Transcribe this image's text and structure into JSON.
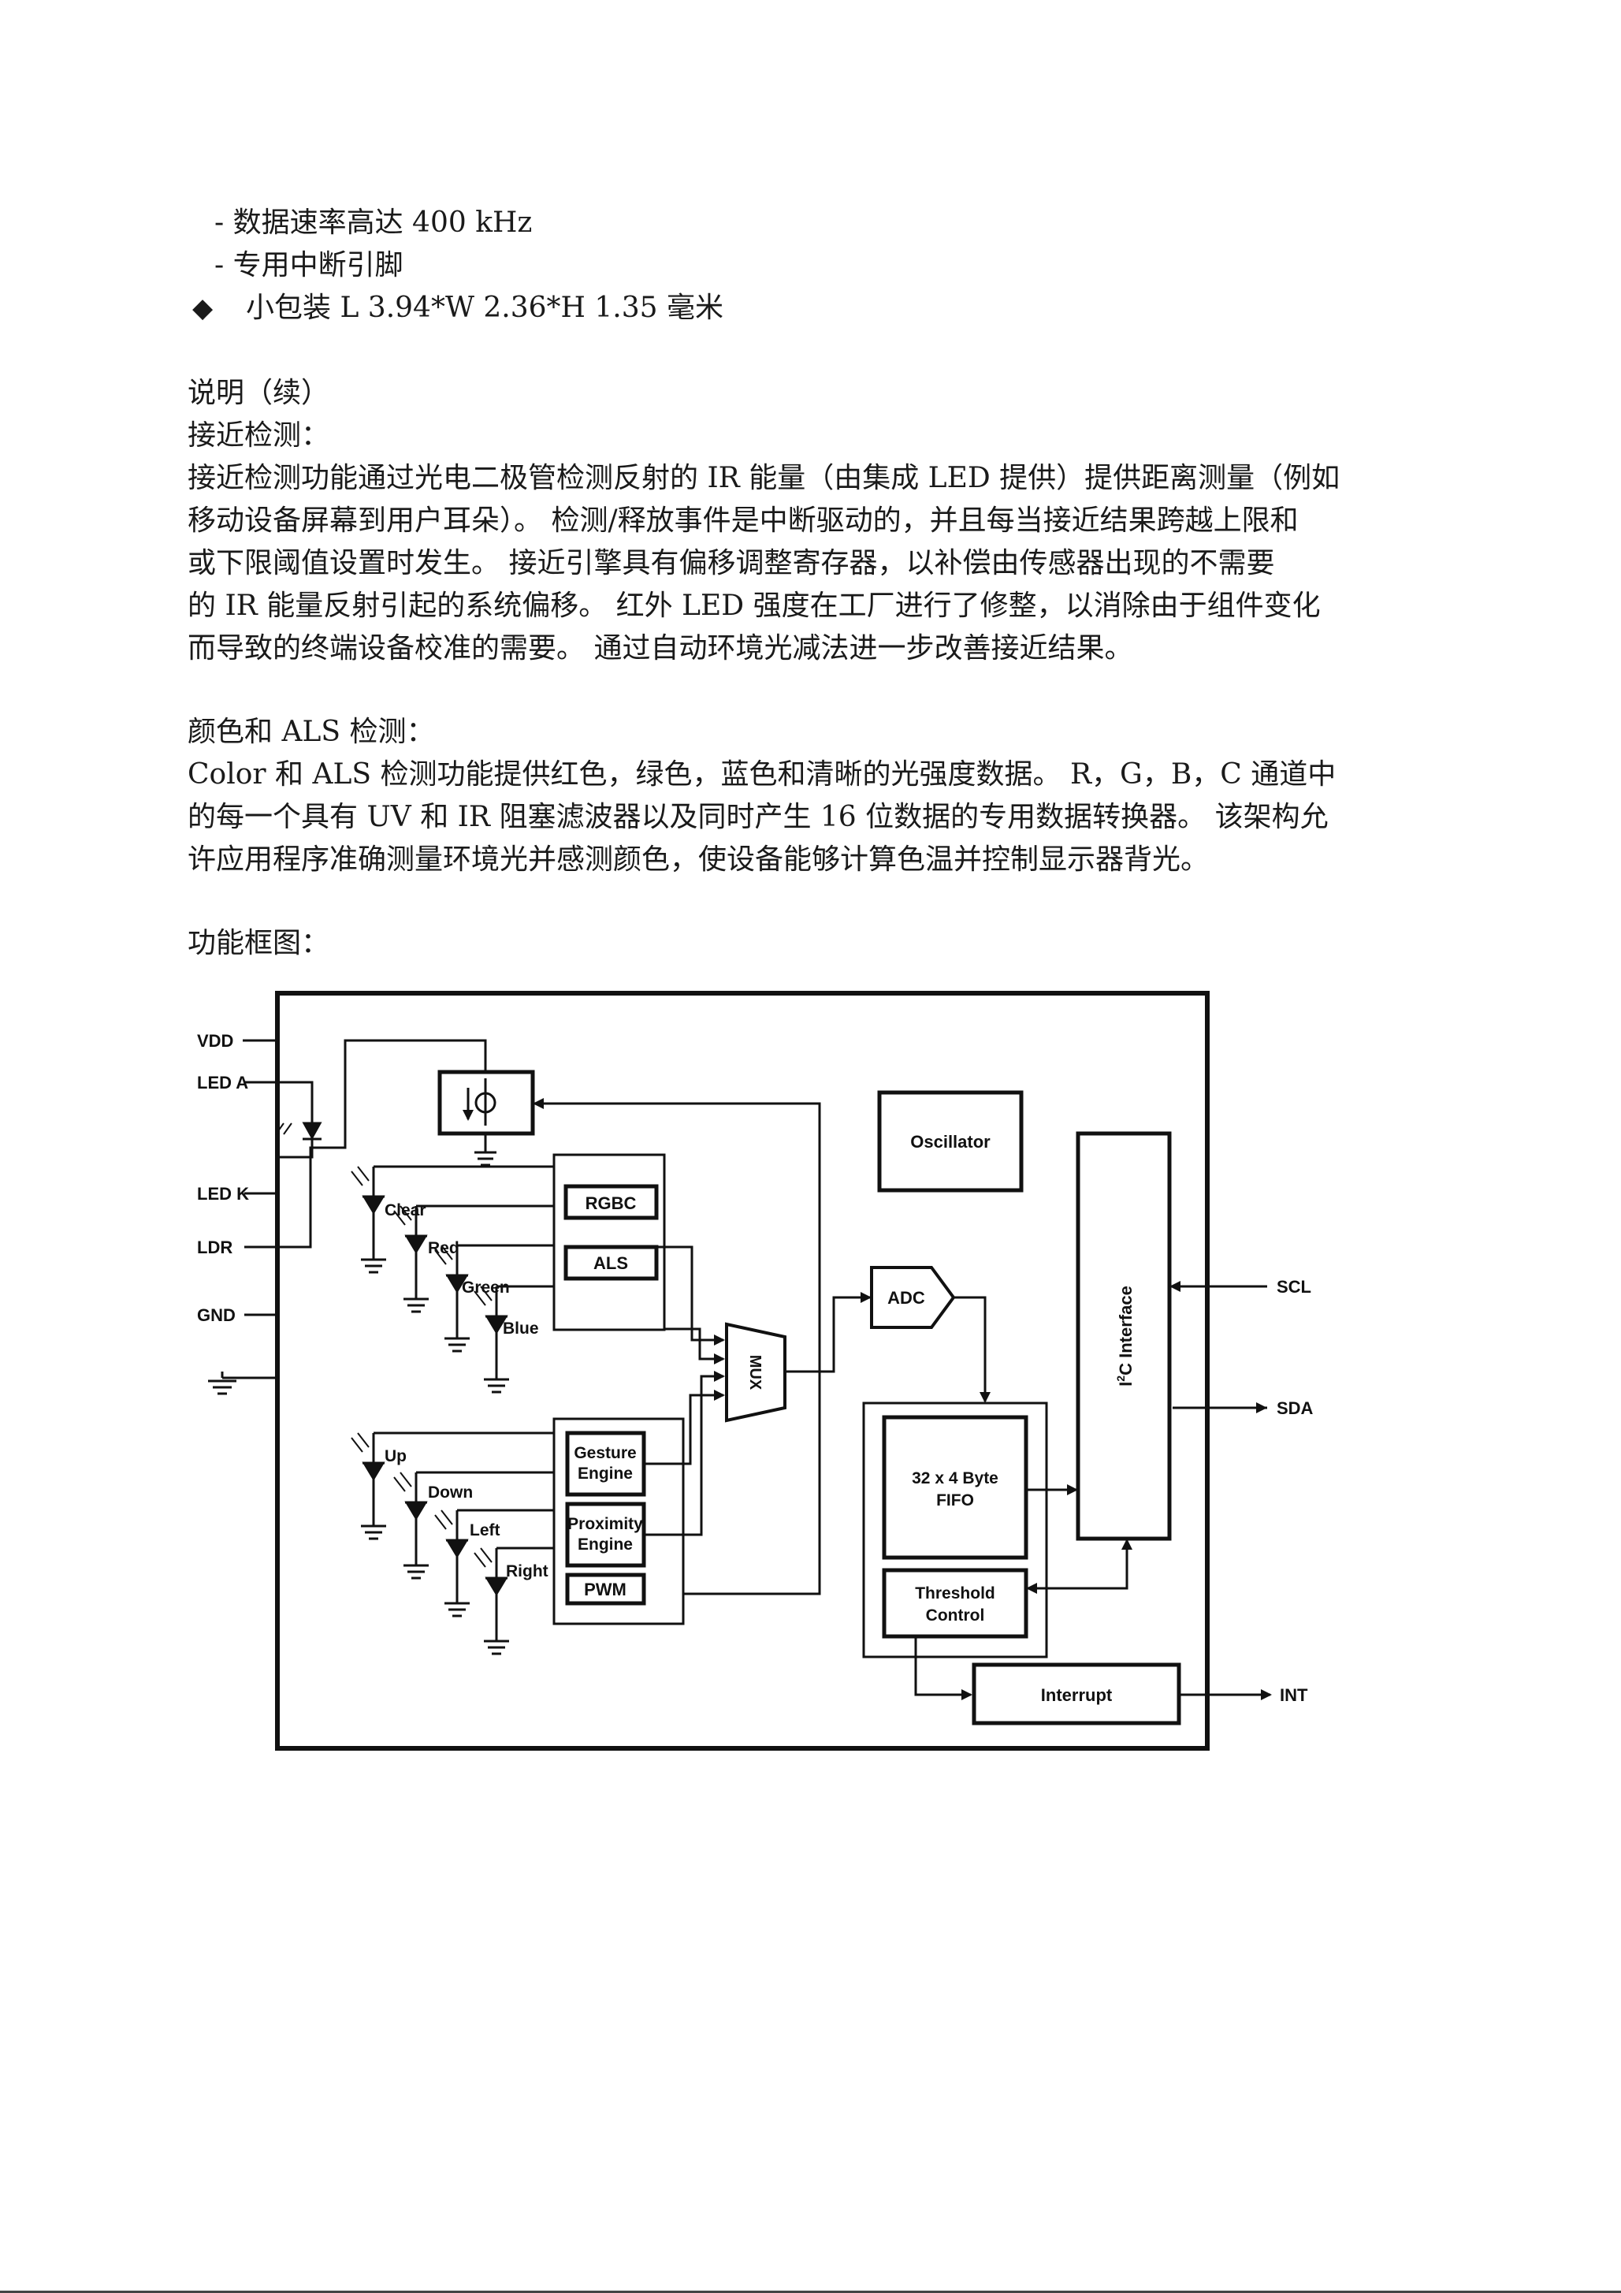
{
  "features": {
    "item1": "- 数据速率高达 400 kHz",
    "item2": "- 专用中断引脚",
    "bullet_symbol": "◆",
    "item3": "小包装 L 3.94*W 2.36*H 1.35 毫米"
  },
  "description": {
    "heading": "说明（续）",
    "proximity_heading": "接近检测：",
    "proximity_lines": [
      "接近检测功能通过光电二极管检测反射的 IR 能量（由集成 LED 提供）提供距离测量（例如",
      "移动设备屏幕到用户耳朵）。 检测/释放事件是中断驱动的，并且每当接近结果跨越上限和",
      "或下限阈值设置时发生。 接近引擎具有偏移调整寄存器，以补偿由传感器出现的不需要",
      "的 IR 能量反射引起的系统偏移。 红外 LED 强度在工厂进行了修整，以消除由于组件变化",
      "而导致的终端设备校准的需要。 通过自动环境光减法进一步改善接近结果。"
    ],
    "color_heading": "颜色和 ALS 检测：",
    "color_lines": [
      "Color 和 ALS 检测功能提供红色，绿色，蓝色和清晰的光强度数据。 R，G，B，C 通道中",
      "的每一个具有 UV 和 IR 阻塞滤波器以及同时产生 16 位数据的专用数据转换器。 该架构允",
      "许应用程序准确测量环境光并感测颜色，使设备能够计算色温并控制显示器背光。"
    ],
    "block_diagram_heading": "功能框图："
  },
  "diagram": {
    "pins_left": {
      "vdd": "VDD",
      "led_a": "LED A",
      "led_k": "LED K",
      "ldr": "LDR",
      "gnd": "GND"
    },
    "pins_right": {
      "scl": "SCL",
      "sda": "SDA",
      "int": "INT"
    },
    "photodiodes_color": {
      "clear": "Clear",
      "red": "Red",
      "green": "Green",
      "blue": "Blue"
    },
    "photodiodes_gesture": {
      "up": "Up",
      "down": "Down",
      "left": "Left",
      "right": "Right"
    },
    "blocks": {
      "rgbc": "RGBC",
      "als": "ALS",
      "gesture_1": "Gesture",
      "gesture_2": "Engine",
      "proximity_1": "Proximity",
      "proximity_2": "Engine",
      "pwm": "PWM",
      "mux": "MUX",
      "adc": "ADC",
      "oscillator": "Oscillator",
      "fifo_1": "32 x 4 Byte",
      "fifo_2": "FIFO",
      "threshold_1": "Threshold",
      "threshold_2": "Control",
      "interrupt": "Interrupt",
      "i2c_prefix": "I",
      "i2c_sup": "2",
      "i2c_rest": "C Interface"
    }
  }
}
